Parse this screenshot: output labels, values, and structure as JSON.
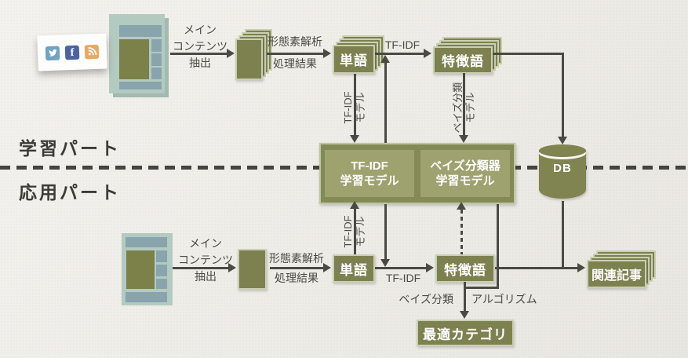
{
  "section_labels": {
    "learning": "学習パート",
    "application": "応用パート"
  },
  "source_icons": {
    "twitter": "twitter-icon",
    "facebook": "facebook-icon",
    "rss": "rss-icon",
    "facebook_glyph": "f"
  },
  "labels": {
    "extract": [
      "メイン",
      "コンテンツ",
      "抽出"
    ],
    "morph": [
      "形態素解析",
      "処理結果"
    ],
    "tfidf": "TF-IDF",
    "tfidf_model_v": [
      "TF-IDF",
      "モデル"
    ],
    "bayes_model_v": [
      "ベイズ分類",
      "モデル"
    ],
    "bayes_algo_left": "ベイズ分類",
    "bayes_algo_right": "アルゴリズム"
  },
  "boxes": {
    "words": "単語",
    "features": "特徴語",
    "tfidf_model": [
      "TF-IDF",
      "学習モデル"
    ],
    "bayes_model": [
      "ベイズ分類器",
      "学習モデル"
    ],
    "db": "DB",
    "related_articles": "関連記事",
    "best_category": "最適カテゴリ"
  },
  "colors": {
    "paper": "#edebe5",
    "olive_box": "#7d8150",
    "box_border": "#c9d0b3",
    "container": "#848a55",
    "model_box": "#9da26f",
    "mock_frame": "#b3cac0",
    "mock_block": "#8aa4ad",
    "line": "#4a4a44",
    "twitter_blue": "#6fa3c3",
    "facebook_blue": "#4b64a1",
    "rss_orange": "#e9a963"
  }
}
